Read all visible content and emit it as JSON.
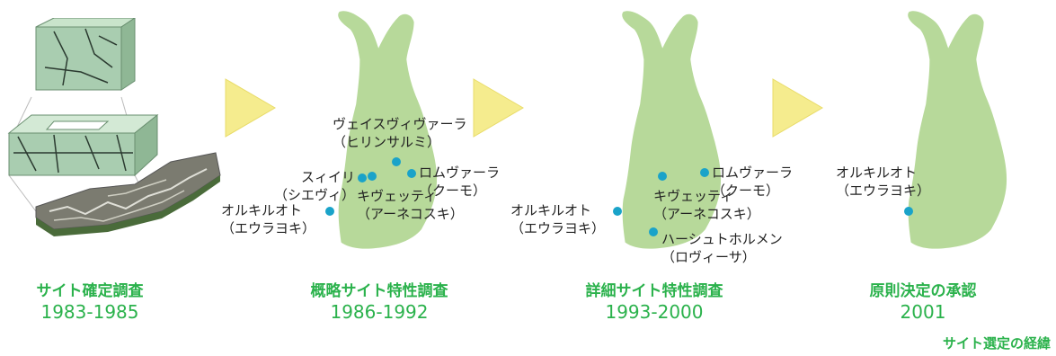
{
  "stages": [
    {
      "title": "サイト確定調査",
      "period": "1983-1985"
    },
    {
      "title": "概略サイト特性調査",
      "period": "1986-1992"
    },
    {
      "title": "詳細サイト特性調査",
      "period": "1993-2000"
    },
    {
      "title": "原則決定の承認",
      "period": "2001"
    }
  ],
  "map2_sites": [
    {
      "name": "ヴェイスヴィヴァーラ",
      "reading": "（ヒリンサルミ）"
    },
    {
      "name": "スィイリ",
      "reading": "（シエヴィ）"
    },
    {
      "name": "ロムヴァーラ",
      "reading": "（クーモ）"
    },
    {
      "name": "キヴェッティ",
      "reading": "（アーネコスキ）"
    },
    {
      "name": "オルキルオト",
      "reading": "（エウラヨキ）"
    }
  ],
  "map3_sites": [
    {
      "name": "ロムヴァーラ",
      "reading": "（クーモ）"
    },
    {
      "name": "キヴェッティ",
      "reading": "（アーネコスキ）"
    },
    {
      "name": "オルキルオト",
      "reading": "（エウラヨキ）"
    },
    {
      "name": "ハーシュトホルメン",
      "reading": "（ロヴィーサ）"
    }
  ],
  "map4_sites": [
    {
      "name": "オルキルオト",
      "reading": "（エウラヨキ）"
    }
  ],
  "caption": "サイト選定の経緯",
  "colors": {
    "accent": "#2bb24c",
    "map": "#b7d99a",
    "dot": "#1aa3c9",
    "arrow": "#f5ec8e"
  }
}
